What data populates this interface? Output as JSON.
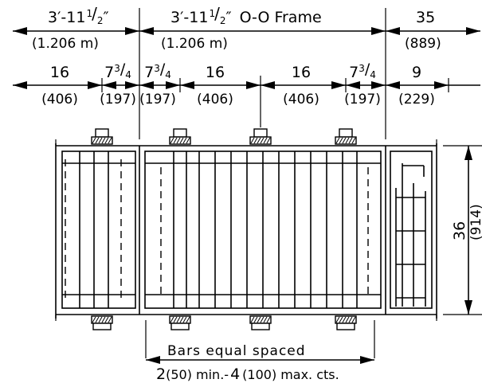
{
  "top_dims": {
    "left_feet": "3′-11",
    "left_m": "(1.206 m)",
    "center_feet": "3′-11",
    "center_label": "O-O Frame",
    "center_m": "(1.206 m)",
    "right_in": "35",
    "right_mm": "(889)",
    "frac_half_num": "1",
    "frac_half_den": "2",
    "inch_mark": "″"
  },
  "sub_dims": [
    {
      "whole": "16",
      "num": "",
      "den": "",
      "mm": "(406)"
    },
    {
      "whole": "7",
      "num": "3",
      "den": "4",
      "mm": "(197)"
    },
    {
      "whole": "7",
      "num": "3",
      "den": "4",
      "mm": "(197)"
    },
    {
      "whole": "16",
      "num": "",
      "den": "",
      "mm": "(406)"
    },
    {
      "whole": "16",
      "num": "",
      "den": "",
      "mm": "(406)"
    },
    {
      "whole": "7",
      "num": "3",
      "den": "4",
      "mm": "(197)"
    },
    {
      "whole": "9",
      "num": "",
      "den": "",
      "mm": "(229)"
    }
  ],
  "side_dim": {
    "value": "36",
    "mm": "(914)"
  },
  "bottom_note": {
    "line1": "Bars equal spaced",
    "min_bold": "2",
    "min_paren": "(50) min.-",
    "max_bold": "4",
    "max_paren": "(100)",
    "max_rest": "max. cts."
  }
}
